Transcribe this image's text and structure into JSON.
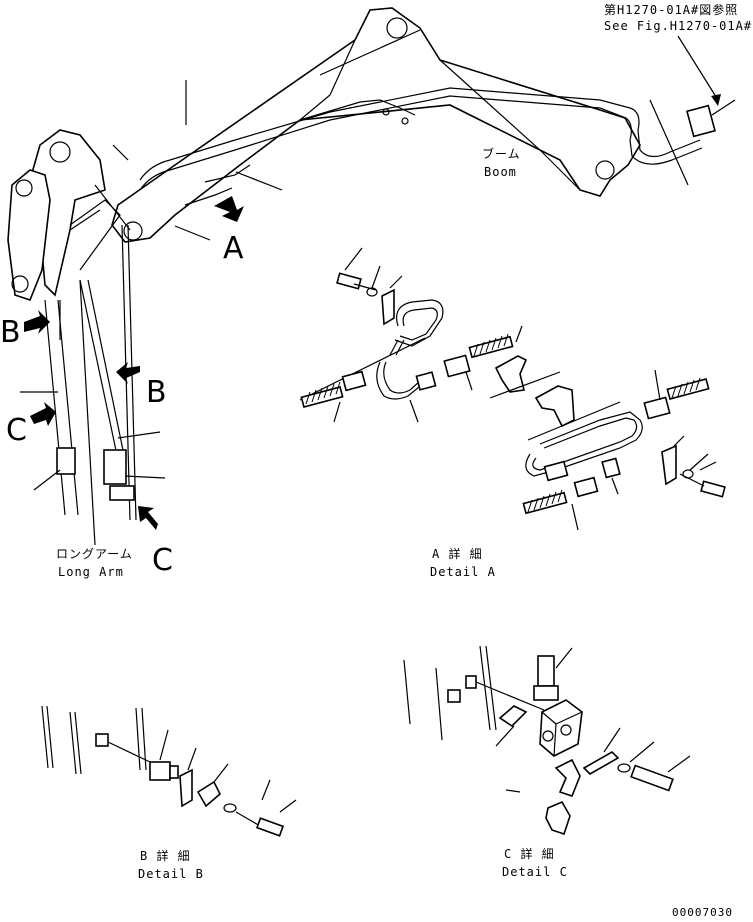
{
  "references": {
    "see_fig_jp": "第H1270-01A#図参照",
    "see_fig_en": "See Fig.H1270-01A#"
  },
  "labels": {
    "boom_jp": "ブーム",
    "boom_en": "Boom",
    "long_arm_jp": "ロングアーム",
    "long_arm_en": "Long Arm",
    "detail_a_jp": "A 詳 細",
    "detail_a_en": "Detail A",
    "detail_b_jp": "B 詳 細",
    "detail_b_en": "Detail B",
    "detail_c_jp": "C 詳 細",
    "detail_c_en": "Detail C"
  },
  "view_markers": [
    "A",
    "B",
    "B",
    "C",
    "C"
  ],
  "drawing_number": "00007030"
}
